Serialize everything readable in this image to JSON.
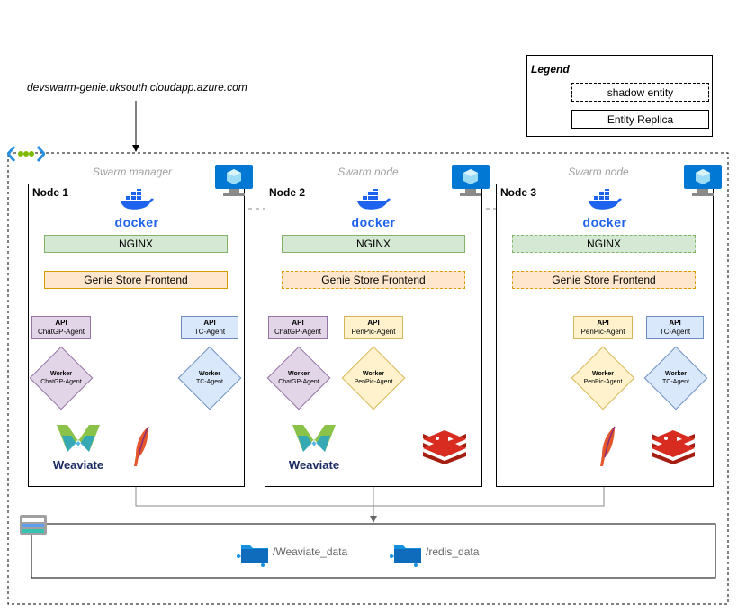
{
  "dns_label": "devswarm-genie.uksouth.cloudapp.azure.com",
  "legend": {
    "title": "Legend",
    "shadow_entity": "shadow entity",
    "entity_replica": "Entity Replica"
  },
  "nodes": [
    {
      "role": "Swarm manager",
      "name": "Node 1",
      "docker": "docker",
      "nginx": "NGINX",
      "frontend": "Genie Store Frontend",
      "apis": [
        {
          "title": "API",
          "agent": "ChatGP-Agent"
        },
        {
          "title": "API",
          "agent": "TC-Agent"
        }
      ],
      "workers": [
        {
          "title": "Worker",
          "agent": "ChatGP-Agent"
        },
        {
          "title": "Worker",
          "agent": "TC-Agent"
        }
      ],
      "logos": [
        "Weaviate"
      ]
    },
    {
      "role": "Swarm node",
      "name": "Node 2",
      "docker": "docker",
      "nginx": "NGINX",
      "frontend": "Genie Store Frontend",
      "apis": [
        {
          "title": "API",
          "agent": "ChatGP-Agent"
        },
        {
          "title": "API",
          "agent": "PenPic-Agent"
        }
      ],
      "workers": [
        {
          "title": "Worker",
          "agent": "ChatGP-Agent"
        },
        {
          "title": "Worker",
          "agent": "PenPic-Agent"
        }
      ],
      "logos": [
        "Weaviate"
      ]
    },
    {
      "role": "Swarm node",
      "name": "Node 3",
      "docker": "docker",
      "nginx": "NGINX",
      "frontend": "Genie Store Frontend",
      "apis": [
        {
          "title": "API",
          "agent": "PenPic-Agent"
        },
        {
          "title": "API",
          "agent": "TC-Agent"
        }
      ],
      "workers": [
        {
          "title": "Worker",
          "agent": "PenPic-Agent"
        },
        {
          "title": "Worker",
          "agent": "TC-Agent"
        }
      ],
      "logos": []
    }
  ],
  "storage": {
    "weaviate_data": "/Weaviate_data",
    "redis_data": "/redis_data"
  },
  "icons": {
    "vnet": "virtual-network-icon",
    "vm": "virtual-machine-icon",
    "docker": "docker-whale-icon",
    "feather": "apache-feather-icon",
    "redis": "redis-icon",
    "storage": "storage-account-icon",
    "folder": "file-share-folder-icon"
  },
  "colors": {
    "nginx_fill": "#d5e8d4",
    "frontend_fill": "#ffe6cc",
    "api_purple": "#e1d5e7",
    "api_yellow": "#fff2cc",
    "api_blue": "#dae8fc",
    "docker_blue": "#1d63ed",
    "azure_blue": "#0078d4",
    "redis_red": "#c6302b"
  }
}
